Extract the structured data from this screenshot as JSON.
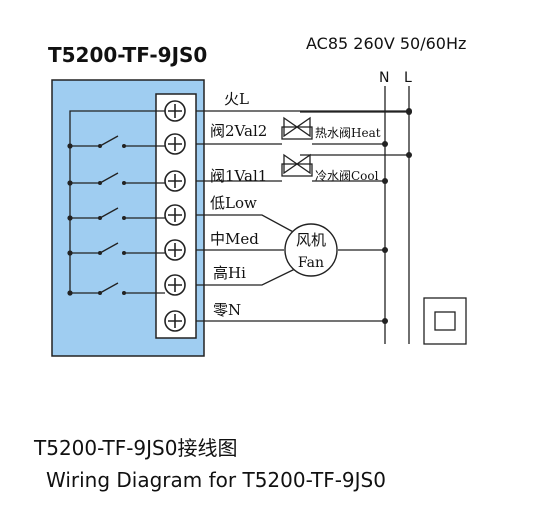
{
  "header": {
    "model": "T5200-TF-9JS0",
    "power": "AC85  260V 50/60Hz"
  },
  "lines": {
    "neutral": "N",
    "live": "L"
  },
  "terminals": [
    {
      "label": "火L"
    },
    {
      "label": "阀2Val2"
    },
    {
      "label": ""
    },
    {
      "label": "阀1Val1"
    },
    {
      "label": "低Low"
    },
    {
      "label": "中Med"
    },
    {
      "label": "高Hi"
    },
    {
      "label": "零N"
    }
  ],
  "valves": {
    "heat": "热水阀Heat",
    "cool": "冷水阀Cool"
  },
  "fan": {
    "label_cn": "风机",
    "label_en": "Fan"
  },
  "caption": {
    "chinese": "T5200-TF-9JS0接线图",
    "english": "Wiring Diagram for T5200-TF-9JS0"
  }
}
